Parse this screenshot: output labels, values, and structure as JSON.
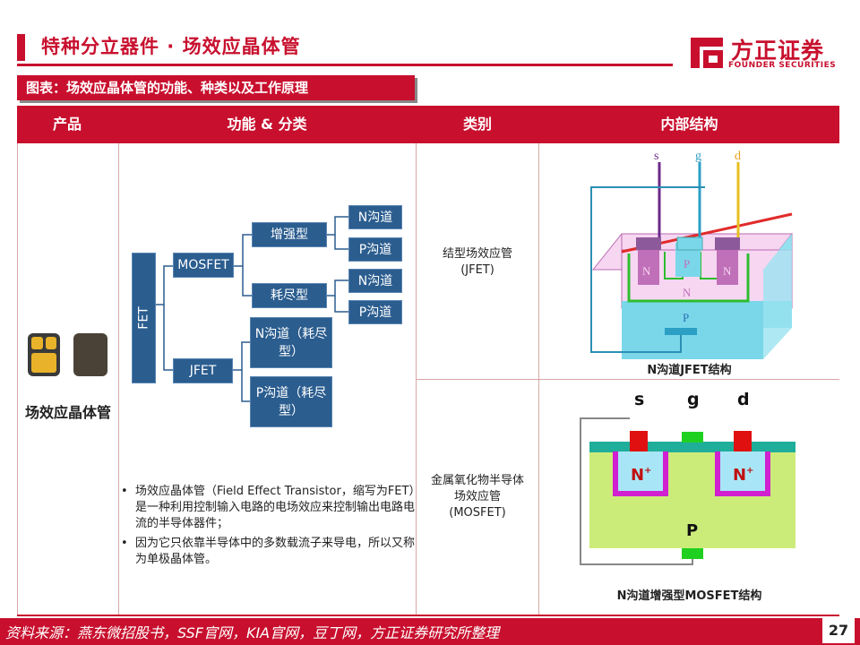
{
  "header": {
    "title": "特种分立器件 · 场效应晶体管"
  },
  "logo": {
    "name": "方正证券",
    "sub": "FOUNDER SECURITIES"
  },
  "figure": {
    "label": "图表：场效应晶体管的功能、种类以及工作原理"
  },
  "table": {
    "headers": [
      "产品",
      "功能 & 分类",
      "类别",
      "内部结构"
    ],
    "product": "场效应晶体管",
    "categories": [
      {
        "line1": "结型场效应管",
        "line2": "(JFET)"
      },
      {
        "line1": "金属氧化物半导体",
        "line2": "场效应管",
        "line3": "(MOSFET)"
      }
    ],
    "tree": {
      "root": "FET",
      "mosfet": "MOSFET",
      "jfet": "JFET",
      "enhance": "增强型",
      "deplete": "耗尽型",
      "n_channel": "N沟道",
      "p_channel": "P沟道",
      "jfet_n": "N沟道（耗尽型）",
      "jfet_p": "P沟道（耗尽型）"
    },
    "description": [
      "场效应晶体管（Field Effect Transistor，缩写为FET）是一种利用控制输入电路的电场效应来控制输出电路电流的半导体器件；",
      "因为它只依靠半导体中的多数载流子来导电，所以又称为单极晶体管。"
    ],
    "jfet_diagram": {
      "caption": "N沟道JFET结构",
      "s": "s",
      "g": "g",
      "d": "d",
      "n": "N",
      "p": "P"
    },
    "mosfet_diagram": {
      "caption": "N沟道增强型MOSFET结构",
      "s": "s",
      "g": "g",
      "d": "d",
      "n_plus": "N",
      "plus": "+",
      "p": "P"
    }
  },
  "footer": {
    "source": "资料来源：燕东微招股书，SSF官网，KIA官网，豆丁网，方正证券研究所整理",
    "page": "27"
  },
  "colors": {
    "brand_red": "#c8102e",
    "tree_blue": "#2b5d8f"
  }
}
